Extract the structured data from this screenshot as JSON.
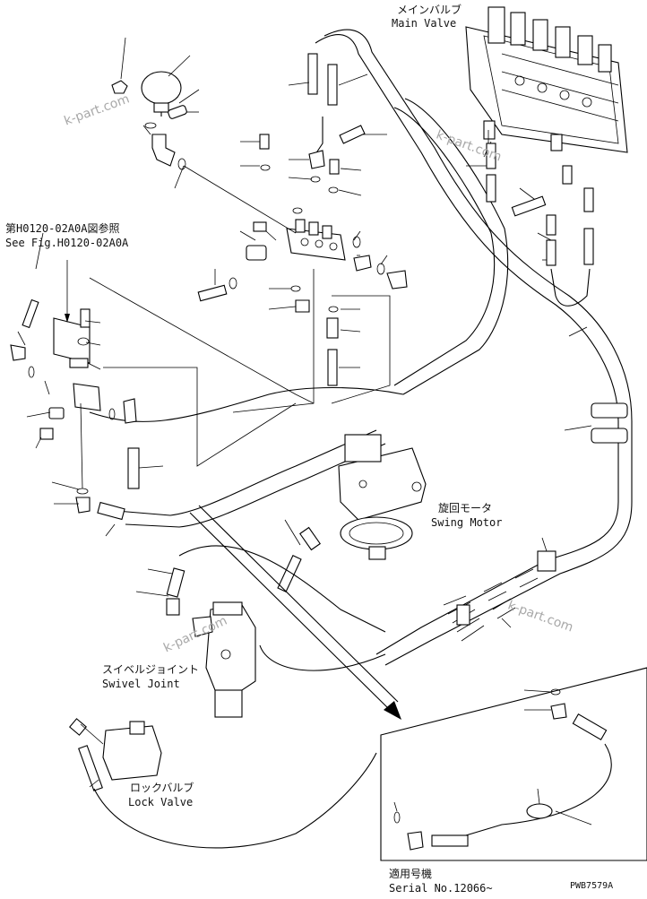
{
  "labels": {
    "main_valve_jp": "メインバルブ",
    "main_valve_en": "Main Valve",
    "see_fig_jp": "第H0120-02A0A図参照",
    "see_fig_en": "See Fig.H0120-02A0A",
    "swing_motor_jp": "旋回モータ",
    "swing_motor_en": "Swing Motor",
    "swivel_joint_jp": "スイベルジョイント",
    "swivel_joint_en": "Swivel Joint",
    "lock_valve_jp": "ロックバルブ",
    "lock_valve_en": "Lock Valve",
    "serial_jp": "適用号機",
    "serial_en": "Serial No.12066~",
    "drawing_code": "PWB7579A"
  },
  "watermarks": [
    "k-part.com",
    "k-part.com",
    "k-part.com",
    "k-part.com"
  ]
}
